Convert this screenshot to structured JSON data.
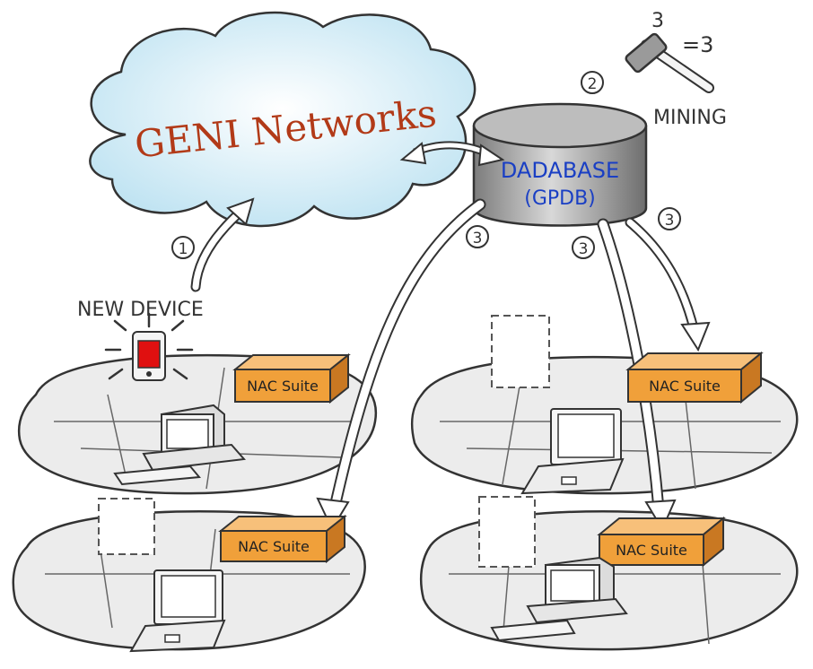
{
  "cloud": {
    "label": "GENI Networks"
  },
  "database": {
    "line1": "DADABASE",
    "line2": "(GPDB)"
  },
  "mining": {
    "label": "MINING",
    "annotation": "3",
    "arrow_text": "=3"
  },
  "new_device": {
    "label": "NEW DEVICE"
  },
  "steps": {
    "one": "1",
    "two": "2",
    "three": "3"
  },
  "nac": {
    "label": "NAC Suite"
  },
  "colors": {
    "cloud_fill": "#cfe9f5",
    "db_fill": "#9a9a9a",
    "db_text": "#1a3fc4",
    "cloud_text": "#b23a18",
    "nac_fill": "#f0a03a",
    "phone_fill": "#e01010",
    "platform_fill": "#ececec"
  }
}
